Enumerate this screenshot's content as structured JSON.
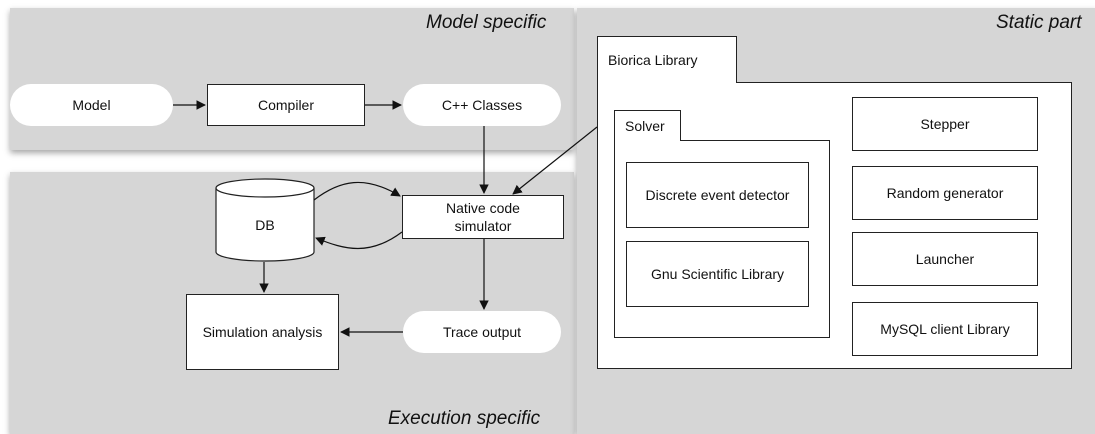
{
  "panels": {
    "model_specific": "Model specific",
    "execution_specific": "Execution specific",
    "static_part": "Static part"
  },
  "model_row": {
    "model": "Model",
    "compiler": "Compiler",
    "cpp_classes": "C++ Classes"
  },
  "execution": {
    "db": "DB",
    "native_code_simulator": "Native code\nsimulator",
    "simulation_analysis": "Simulation analysis",
    "trace_output": "Trace output"
  },
  "static": {
    "library_tab": "Biorica Library",
    "solver_tab": "Solver",
    "discrete_event_detector": "Discrete event detector",
    "gnu_scientific_library": "Gnu Scientific Library",
    "stepper": "Stepper",
    "random_generator": "Random generator",
    "launcher": "Launcher",
    "mysql_client_library": "MySQL client Library"
  }
}
